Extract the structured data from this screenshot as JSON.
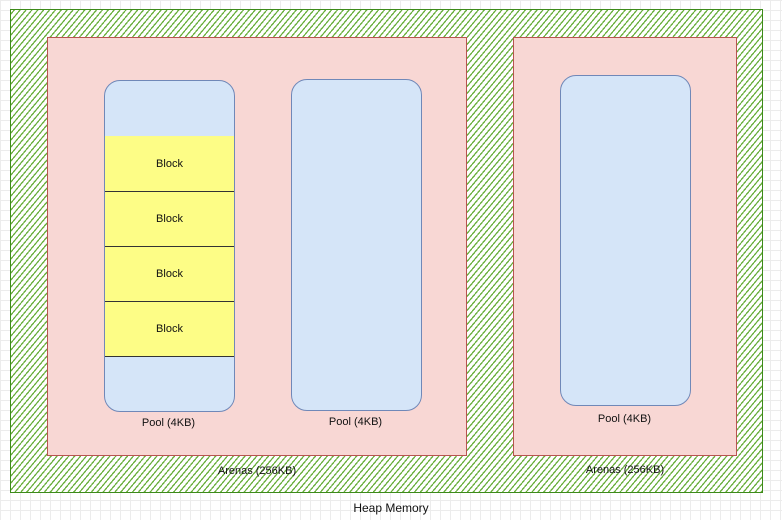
{
  "heap": {
    "label": "Heap Memory"
  },
  "arenas": [
    {
      "label": "Arenas (256KB)",
      "pools": [
        {
          "label": "Pool (4KB)",
          "blocks": [
            "Block",
            "Block",
            "Block",
            "Block"
          ]
        },
        {
          "label": "Pool (4KB)",
          "blocks": []
        }
      ]
    },
    {
      "label": "Arenas (256KB)",
      "pools": [
        {
          "label": "Pool (4KB)",
          "blocks": []
        }
      ]
    }
  ],
  "colors": {
    "heap_hatch": "#6aaf3d",
    "arena_fill": "#f8d7d4",
    "arena_border": "#b85450",
    "pool_fill": "#d5e5f8",
    "block_fill": "#fdfd86"
  }
}
